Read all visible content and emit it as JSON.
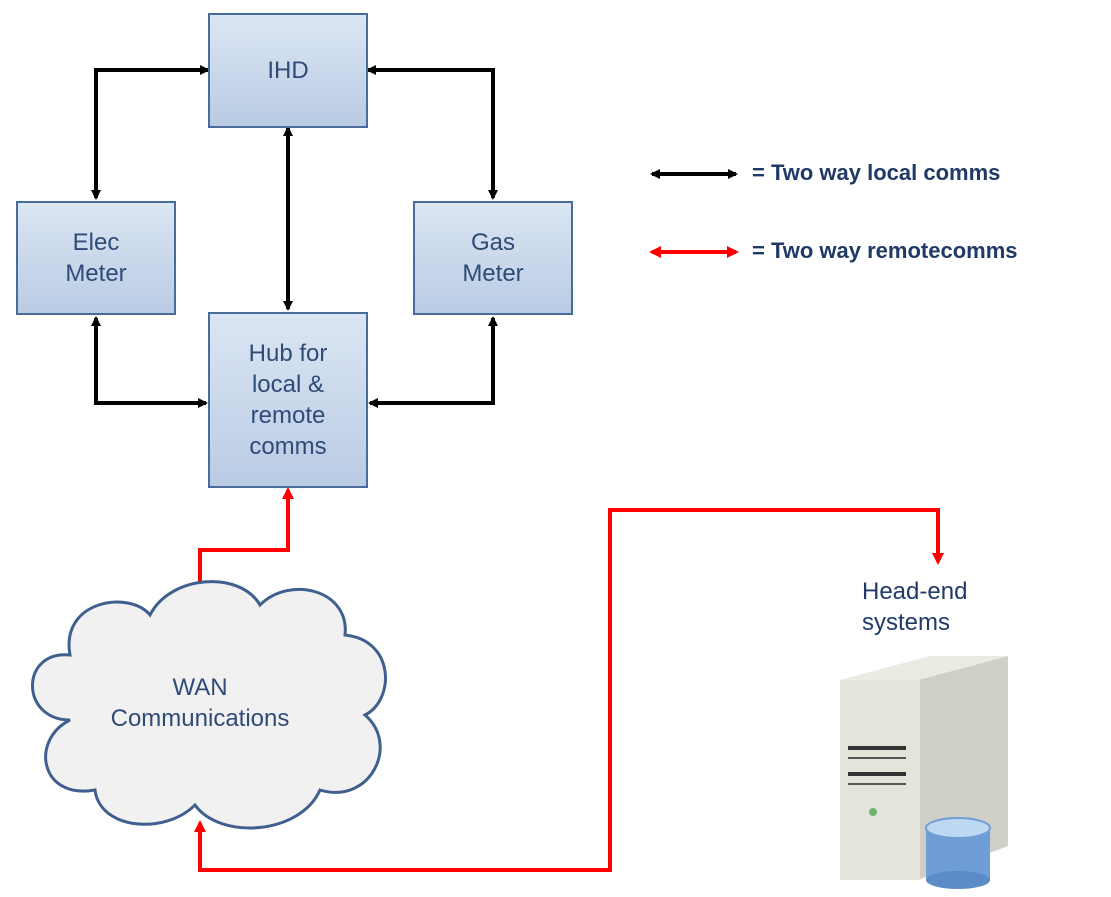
{
  "nodes": {
    "ihd": {
      "label": "IHD"
    },
    "elec_meter": {
      "lines": [
        "Elec",
        "Meter"
      ]
    },
    "gas_meter": {
      "lines": [
        "Gas",
        "Meter"
      ]
    },
    "hub": {
      "lines": [
        "Hub for",
        "local &",
        "remote",
        "comms"
      ]
    },
    "wan": {
      "lines": [
        "WAN",
        "Communications"
      ]
    },
    "head_end": {
      "lines": [
        "Head-end",
        "systems"
      ]
    }
  },
  "legend": {
    "local": {
      "text": "= Two way local comms",
      "color": "#000000"
    },
    "remote": {
      "text": "= Two way remotecomms",
      "color": "#ff0000"
    }
  },
  "colors": {
    "local_link": "#000000",
    "remote_link": "#ff0000",
    "box_border": "#4a6c9a",
    "box_fill_top": "#dbe6f3",
    "box_fill_bottom": "#b9cbe4"
  },
  "icons": {
    "server": "server-tower-with-database-icon",
    "cloud": "cloud-icon"
  }
}
